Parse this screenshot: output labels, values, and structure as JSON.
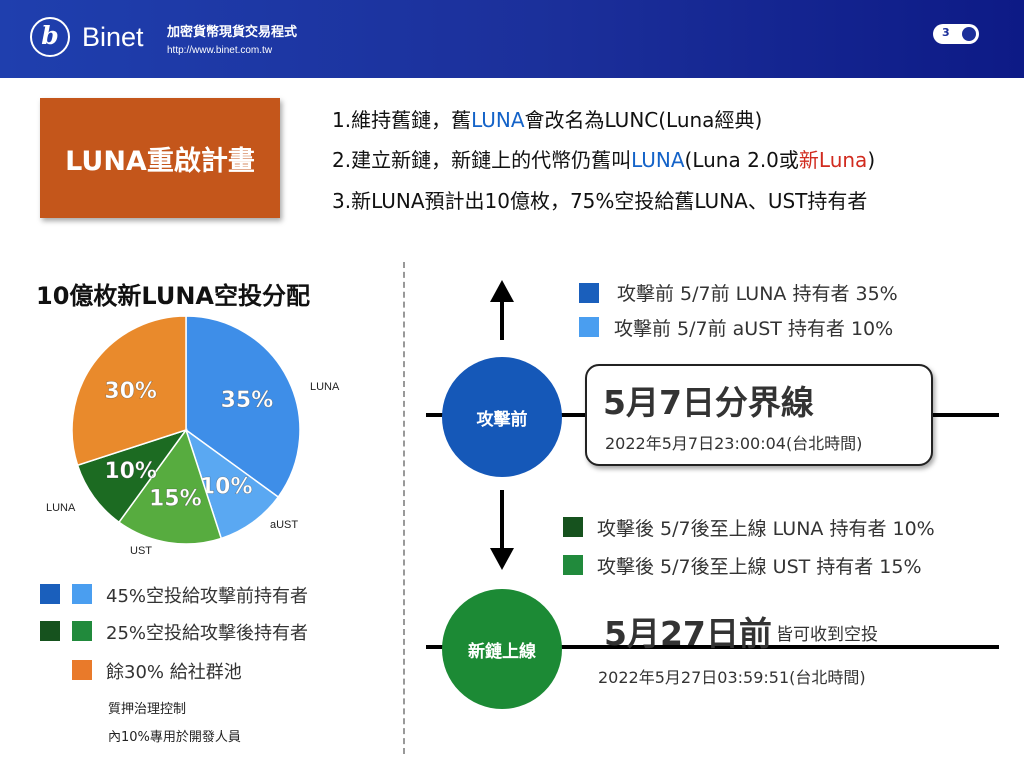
{
  "header": {
    "logo_letter": "b",
    "brand": "Binet",
    "tagline": "加密貨幣現貨交易程式",
    "url": "http://www.binet.com.tw",
    "page_number": "3"
  },
  "title_box": {
    "text": "LUNA重啟計畫"
  },
  "points": [
    {
      "segments": [
        "1.維持舊鏈，舊",
        "LUNA",
        "會改名為LUNC(Luna經典)"
      ]
    },
    {
      "segments": [
        "2.建立新鏈，新鏈上的代幣仍舊叫",
        "LUNA",
        "(Luna 2.0或",
        "新Luna",
        ")"
      ]
    },
    {
      "segments": [
        "3.新LUNA預計出10億枚，75%空投給舊LUNA、UST持有者"
      ]
    }
  ],
  "chart_data": {
    "type": "pie",
    "title": "10億枚新LUNA空投分配",
    "slices": [
      {
        "label": "35%",
        "value": 35,
        "category": "LUNA",
        "color": "#3e8ee8"
      },
      {
        "label": "10%",
        "value": 10,
        "category": "aUST",
        "color": "#5aa8f2"
      },
      {
        "label": "15%",
        "value": 15,
        "category": "UST",
        "color": "#57ac3f"
      },
      {
        "label": "10%",
        "value": 10,
        "category": "LUNA",
        "color": "#1c6b22"
      },
      {
        "label": "30%",
        "value": 30,
        "category": "",
        "color": "#e98a2c"
      }
    ]
  },
  "pie_legend": {
    "item1": "45%空投給攻擊前持有者",
    "item2": "25%空投給攻擊後持有者",
    "item3": "餘30% 給社群池",
    "note1": "質押治理控制",
    "note2": "內10%專用於開發人員",
    "colors": {
      "blue_dark": "#1a5fbc",
      "blue_light": "#4a9ef0",
      "green_dark": "#16521e",
      "green_mid": "#218a3c",
      "orange": "#e97a2a"
    }
  },
  "timeline": {
    "pre_attack_circle": "攻擊前",
    "new_chain_circle": "新鏈上線",
    "pre_item1": "攻擊前 5/7前 LUNA 持有者 35%",
    "pre_item2": "攻擊前 5/7前 aUST 持有者 10%",
    "box_title": "5月7日分界線",
    "box_time": "2022年5月7日23:00:04(台北時間)",
    "post_item1": "攻擊後 5/7後至上線  LUNA 持有者 10%",
    "post_item2": "攻擊後 5/7後至上線  UST 持有者 15%",
    "deadline_big": "5月27日前",
    "deadline_suffix": "皆可收到空投",
    "deadline_time": "2022年5月27日03:59:51(台北時間)",
    "colors": {
      "circle_blue": "#1558b8",
      "circle_green": "#1c8a35"
    }
  }
}
